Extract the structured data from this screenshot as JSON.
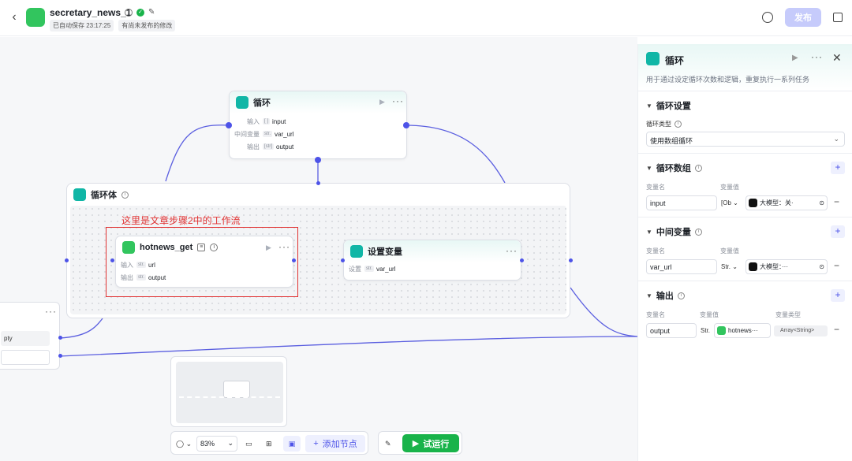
{
  "header": {
    "title": "secretary_news_1",
    "autosave": "已自动保存 23:17:25",
    "unpublished": "有尚未发布的修改",
    "publish_label": "发布"
  },
  "canvas": {
    "loop_node": {
      "title": "循环",
      "rows": [
        {
          "label": "输入",
          "tag": "[ ]",
          "value": "input"
        },
        {
          "label": "中间变量",
          "tag": "str.",
          "value": "var_url"
        },
        {
          "label": "输出",
          "tag": "[str]",
          "value": "output"
        }
      ]
    },
    "loop_body": {
      "title": "循环体"
    },
    "annotation": "这里是文章步骤2中的工作流",
    "hotnews_node": {
      "title": "hotnews_get",
      "rows": [
        {
          "label": "输入",
          "tag": "str.",
          "value": "url"
        },
        {
          "label": "输出",
          "tag": "str.",
          "value": "output"
        }
      ]
    },
    "setvar_node": {
      "title": "设置变量",
      "rows": [
        {
          "label": "设置",
          "tag": "str.",
          "value": "var_url"
        }
      ]
    },
    "left_node": {
      "field_value": "pty"
    }
  },
  "toolbar": {
    "zoom": "83%",
    "add_node_label": "添加节点",
    "run_label": "试运行"
  },
  "panel": {
    "title": "循环",
    "description": "用于通过设定循环次数和逻辑，重复执行一系列任务",
    "settings": {
      "title": "循环设置",
      "type_label": "循环类型",
      "type_value": "使用数组循环"
    },
    "loop_array": {
      "title": "循环数组",
      "name_header": "变量名",
      "value_header": "变量值",
      "name": "input",
      "type": "[Ob",
      "value": "大模型：关·"
    },
    "middle_var": {
      "title": "中间变量",
      "name_header": "变量名",
      "value_header": "变量值",
      "name": "var_url",
      "type": "Str.",
      "value": "大模型：···"
    },
    "output": {
      "title": "输出",
      "name_header": "变量名",
      "value_header": "变量值",
      "type_header": "变量类型",
      "name": "output",
      "type": "Str.",
      "value": "hotnews···",
      "var_type": "Array<String>"
    }
  }
}
